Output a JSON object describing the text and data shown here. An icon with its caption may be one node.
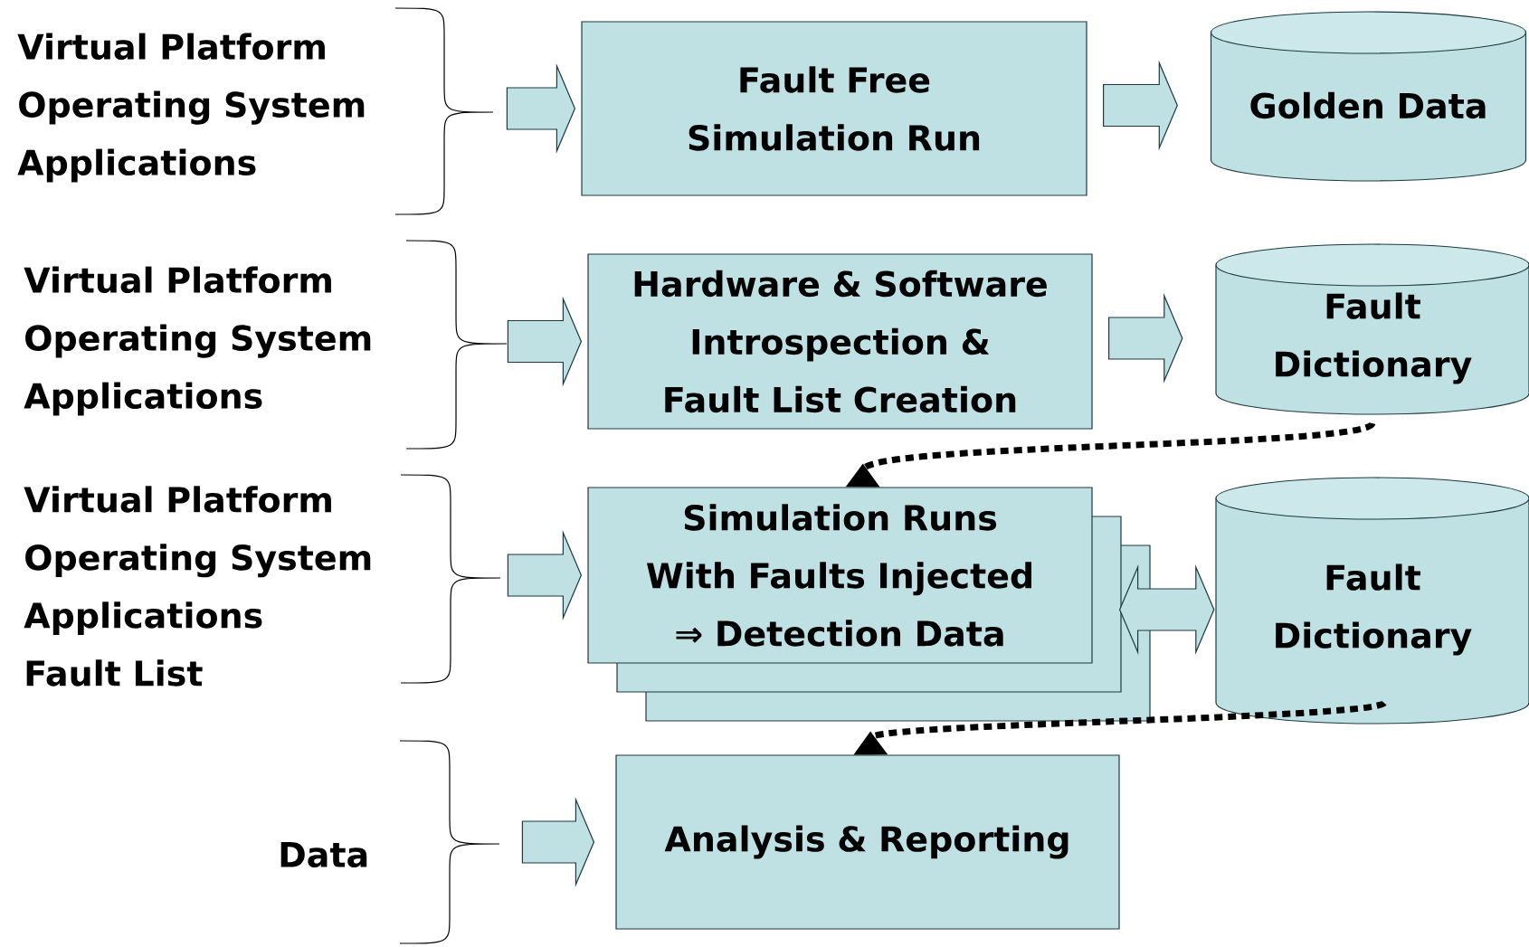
{
  "diagram": {
    "nodes": [
      {
        "text": [
          "Virtual Platform",
          "Operating System",
          "Applications"
        ]
      },
      {
        "text": [
          "Fault Free Simulation Run"
        ]
      },
      {
        "text": [
          "Golden Data"
        ]
      },
      {
        "text": [
          "Virtual Platform",
          "Operating System",
          "Applications"
        ]
      },
      {
        "text": [
          "Hardware & Software Introspection & Fault List Creation"
        ]
      },
      {
        "text": [
          "Fault Dictionary"
        ]
      },
      {
        "text": [
          "Virtual Platform",
          "Operating System",
          "Applications",
          "Fault List"
        ]
      },
      {
        "text": [
          "Simulation Runs With Faults Injected ⇒ Detection Data"
        ]
      },
      {
        "text": [
          "Fault Dictionary"
        ]
      },
      {
        "text": [
          "Data"
        ]
      },
      {
        "text": [
          "Analysis & Reporting"
        ]
      }
    ],
    "edges": [
      {
        "from": 0,
        "to": 1,
        "arrow": "to"
      },
      {
        "from": 1,
        "to": 2,
        "arrow": "to"
      },
      {
        "from": 3,
        "to": 4,
        "arrow": "to"
      },
      {
        "from": 4,
        "to": 5,
        "arrow": "to"
      },
      {
        "from": 5,
        "to": 7,
        "arrow": "to",
        "style": "dashed"
      },
      {
        "from": 6,
        "to": 7,
        "arrow": "to"
      },
      {
        "from": 7,
        "to": 8,
        "arrow": "both"
      },
      {
        "from": 8,
        "to": 10,
        "arrow": "to",
        "style": "dashed"
      },
      {
        "from": 9,
        "to": 10,
        "arrow": "to"
      }
    ]
  }
}
